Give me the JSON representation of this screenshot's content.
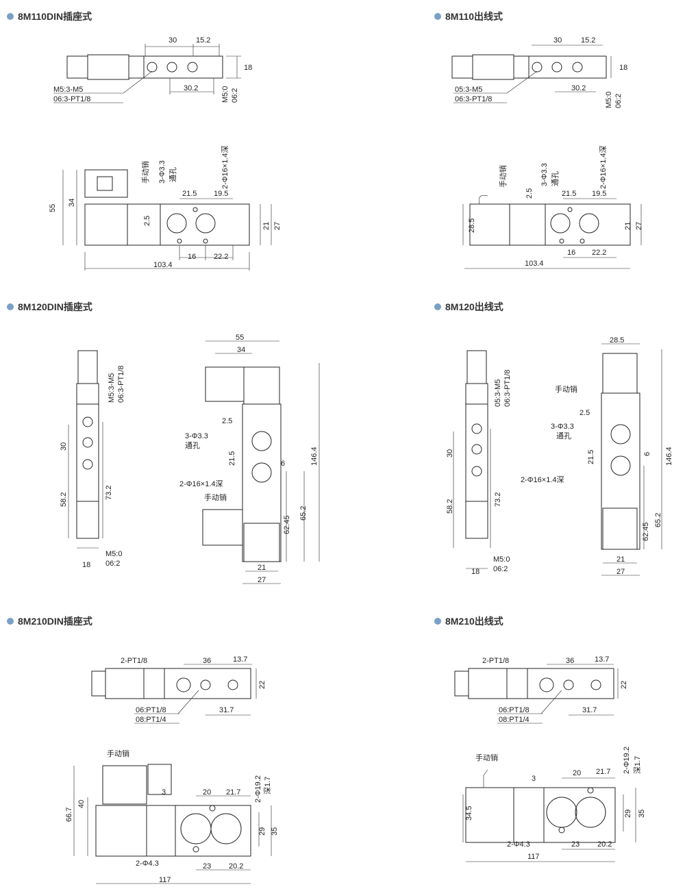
{
  "sections": [
    {
      "title": "8M110DIN插座式"
    },
    {
      "title": "8M110出线式"
    },
    {
      "title": "8M120DIN插座式"
    },
    {
      "title": "8M120出线式"
    },
    {
      "title": "8M210DIN插座式"
    },
    {
      "title": "8M210出线式"
    }
  ],
  "labels": {
    "d30": "30",
    "d15_2": "15.2",
    "d18": "18",
    "d30_2": "30.2",
    "m5_3_m5": "M5:3-M5",
    "o6_3_pt18": "06:3-PT1/8",
    "m5_0": "M5:0",
    "o6_2": "06:2",
    "o5_3_m5": "05:3-M5",
    "manual_pin": "手动销",
    "hole3_3": "3-Φ3.3",
    "through_hole": "通孔",
    "hole16_deep": "2-Φ16×1.4深",
    "d55": "55",
    "d34": "34",
    "d2_5": "2.5",
    "d21_5": "21.5",
    "d19_5": "19.5",
    "d21": "21",
    "d27": "27",
    "d16": "16",
    "d22_2": "22.2",
    "d103_4": "103.4",
    "d28_5": "28.5",
    "d58_2": "58.2",
    "d73_2": "73.2",
    "d146_4": "146.4",
    "d62_45": "62.45",
    "d65_2": "65.2",
    "d6": "6",
    "pt18_2": "2-PT1/8",
    "d36": "36",
    "d13_7": "13.7",
    "d22": "22",
    "o6_pt18": "06:PT1/8",
    "o8_pt14": "08:PT1/4",
    "d31_7": "31.7",
    "hole19_2": "2-Φ19.2",
    "deep1_7": "深1.7",
    "d20": "20",
    "d21_7": "21.7",
    "d66_7": "66.7",
    "d40": "40",
    "d29": "29",
    "d35": "35",
    "hole4_3": "2-Φ4.3",
    "d23": "23",
    "d20_2": "20.2",
    "d117": "117",
    "d34_5": "34.5",
    "d3": "3"
  }
}
